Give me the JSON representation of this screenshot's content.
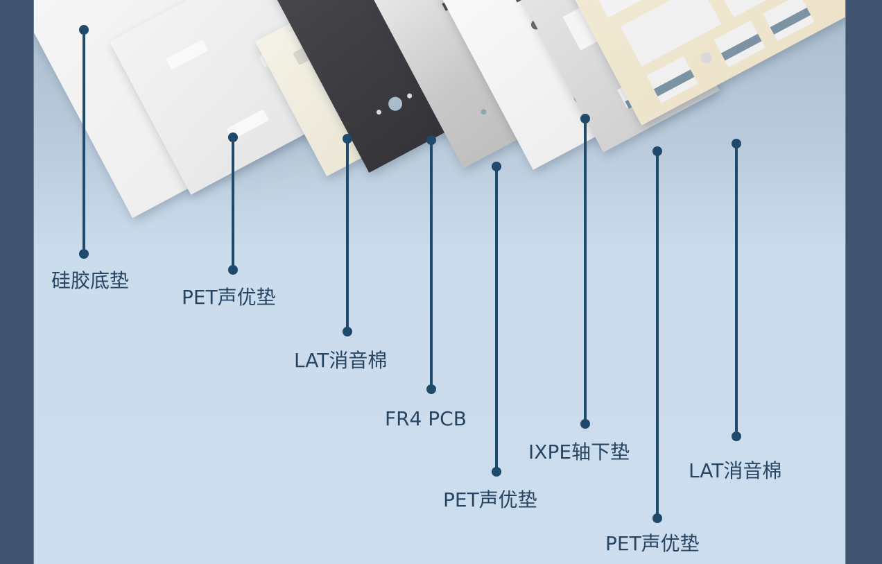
{
  "diagram": {
    "title": "",
    "colors": {
      "frame": "#40536f",
      "background": "#cddded",
      "leader": "#1f4a6b",
      "label_text": "#274563",
      "pcb": "#3d3d42",
      "lat_foam": "#efe6d0"
    },
    "layers": [
      {
        "id": "silicone-base",
        "label": "硅胶底垫"
      },
      {
        "id": "pet-1",
        "label": "PET声优垫"
      },
      {
        "id": "lat-1",
        "label": "LAT消音棉"
      },
      {
        "id": "fr4-pcb",
        "label": "FR4 PCB"
      },
      {
        "id": "pet-2",
        "label": "PET声优垫"
      },
      {
        "id": "ixpe",
        "label": "IXPE轴下垫"
      },
      {
        "id": "pet-3",
        "label": "PET声优垫"
      },
      {
        "id": "lat-2",
        "label": "LAT消音棉"
      }
    ]
  }
}
